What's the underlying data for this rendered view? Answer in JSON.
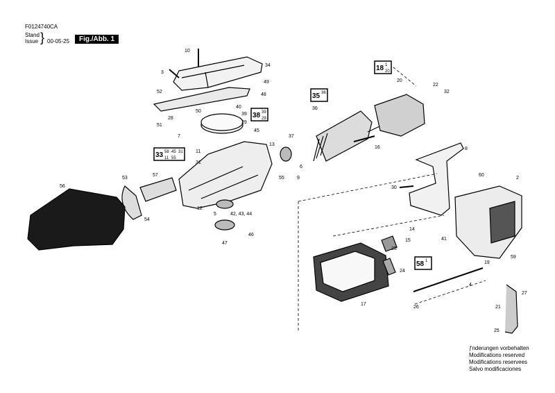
{
  "header": {
    "doc_number": "F0124740CA",
    "stand_label": "Stand",
    "issue_label": "Issue",
    "date": "00-05-25",
    "figure_label": "Fig./Abb. 1"
  },
  "footer": {
    "lines": [
      "ƒnderungen vorbehalten",
      "Modifications reserved",
      "Modifications reservees",
      "Salvo modificaciones"
    ]
  },
  "callouts": [
    {
      "label": "10"
    },
    {
      "label": "34"
    },
    {
      "label": "3"
    },
    {
      "label": "49"
    },
    {
      "label": "52"
    },
    {
      "label": "48"
    },
    {
      "label": "28"
    },
    {
      "label": "50"
    },
    {
      "label": "40"
    },
    {
      "label": "39"
    },
    {
      "label": "29"
    },
    {
      "label": "51"
    },
    {
      "label": "7"
    },
    {
      "label": "45"
    },
    {
      "label": "11"
    },
    {
      "label": "31"
    },
    {
      "label": "13"
    },
    {
      "label": "37"
    },
    {
      "label": "6"
    },
    {
      "label": "9"
    },
    {
      "label": "55"
    },
    {
      "label": "53"
    },
    {
      "label": "57"
    },
    {
      "label": "56"
    },
    {
      "label": "12"
    },
    {
      "label": "54"
    },
    {
      "label": "5"
    },
    {
      "label": "42, 43, 44"
    },
    {
      "label": "46"
    },
    {
      "label": "47"
    },
    {
      "label": "36"
    },
    {
      "label": "16"
    },
    {
      "label": "20"
    },
    {
      "label": "22"
    },
    {
      "label": "32"
    },
    {
      "label": "8"
    },
    {
      "label": "60"
    },
    {
      "label": "30"
    },
    {
      "label": "2"
    },
    {
      "label": "14"
    },
    {
      "label": "15"
    },
    {
      "label": "23"
    },
    {
      "label": "41"
    },
    {
      "label": "24"
    },
    {
      "label": "19"
    },
    {
      "label": "59"
    },
    {
      "label": "4"
    },
    {
      "label": "27"
    },
    {
      "label": "26"
    },
    {
      "label": "17"
    },
    {
      "label": "21"
    },
    {
      "label": "25"
    }
  ],
  "kit_boxes": [
    {
      "main": "33",
      "cells": [
        "58",
        "11",
        "45",
        "55",
        "31"
      ]
    },
    {
      "main": "35",
      "cells": [
        "36"
      ]
    },
    {
      "main": "18",
      "cells": [
        "1",
        "20"
      ]
    },
    {
      "main": "38",
      "cells": [
        "39",
        "29"
      ]
    },
    {
      "main": "58",
      "cells": [
        "1"
      ]
    }
  ]
}
